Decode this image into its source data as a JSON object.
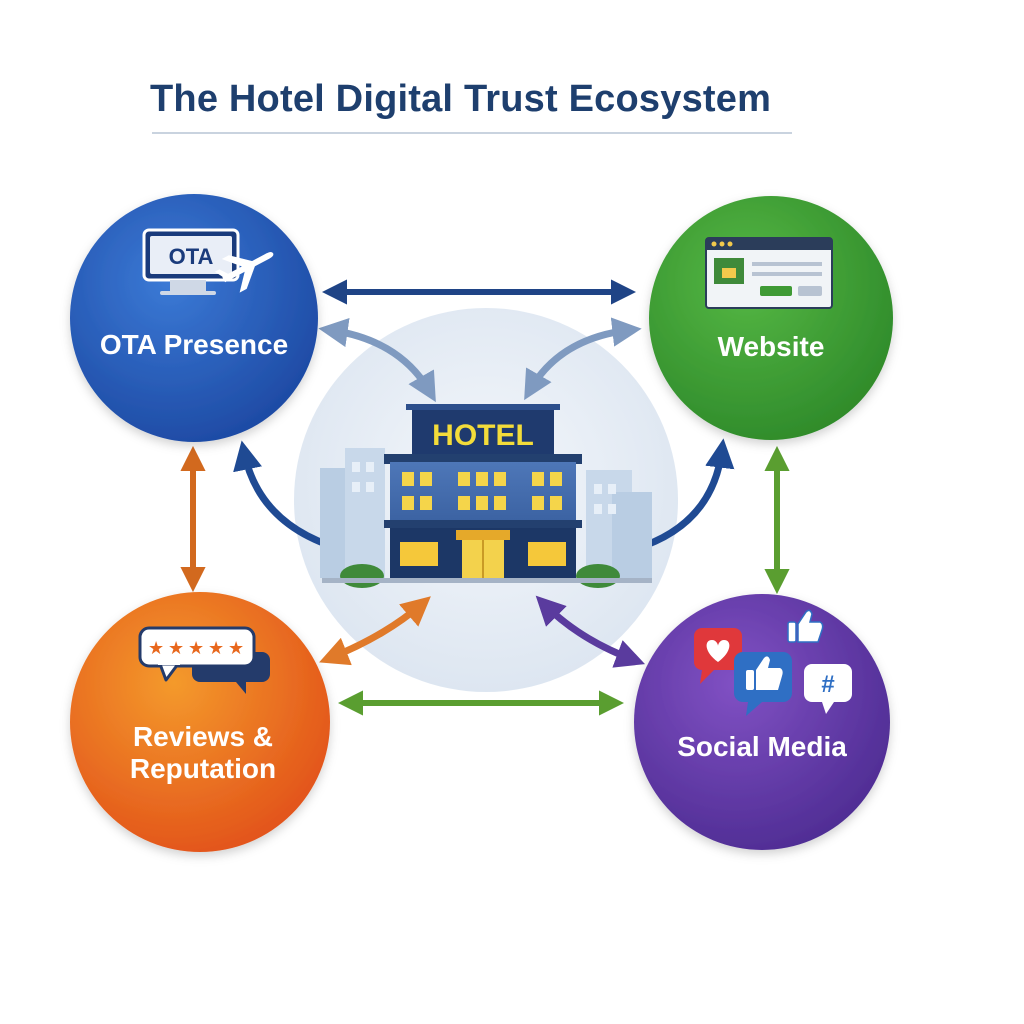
{
  "title": "The Hotel Digital Trust Ecosystem",
  "center": {
    "sign": "HOTEL"
  },
  "nodes": {
    "ota": {
      "label": "OTA Presence",
      "icon_text": "OTA",
      "color": "#2f63c0",
      "icons": [
        "monitor-icon",
        "airplane-icon"
      ]
    },
    "website": {
      "label": "Website",
      "color": "#3f9a35",
      "icons": [
        "browser-window-icon"
      ]
    },
    "reviews": {
      "label_line1": "Reviews &",
      "label_line2": "Reputation",
      "color": "#e8681d",
      "icons": [
        "star-rating-bubble-icon"
      ]
    },
    "social": {
      "label": "Social Media",
      "icon_text": "#",
      "color": "#6a3bab",
      "icons": [
        "heart-icon",
        "thumbs-up-icon",
        "hashtag-icon"
      ]
    }
  },
  "connector_colors": {
    "top": "#1f4486",
    "diagonal_left": "#7f9ac0",
    "diagonal_right": "#7f9ac0",
    "curved_blue": "#1f4a93",
    "left": "#d2691e",
    "right": "#5a9e30",
    "bottom": "#5a9e30",
    "reviews_hotel": "#e07a2a",
    "social_hotel": "#5a3b9e"
  }
}
